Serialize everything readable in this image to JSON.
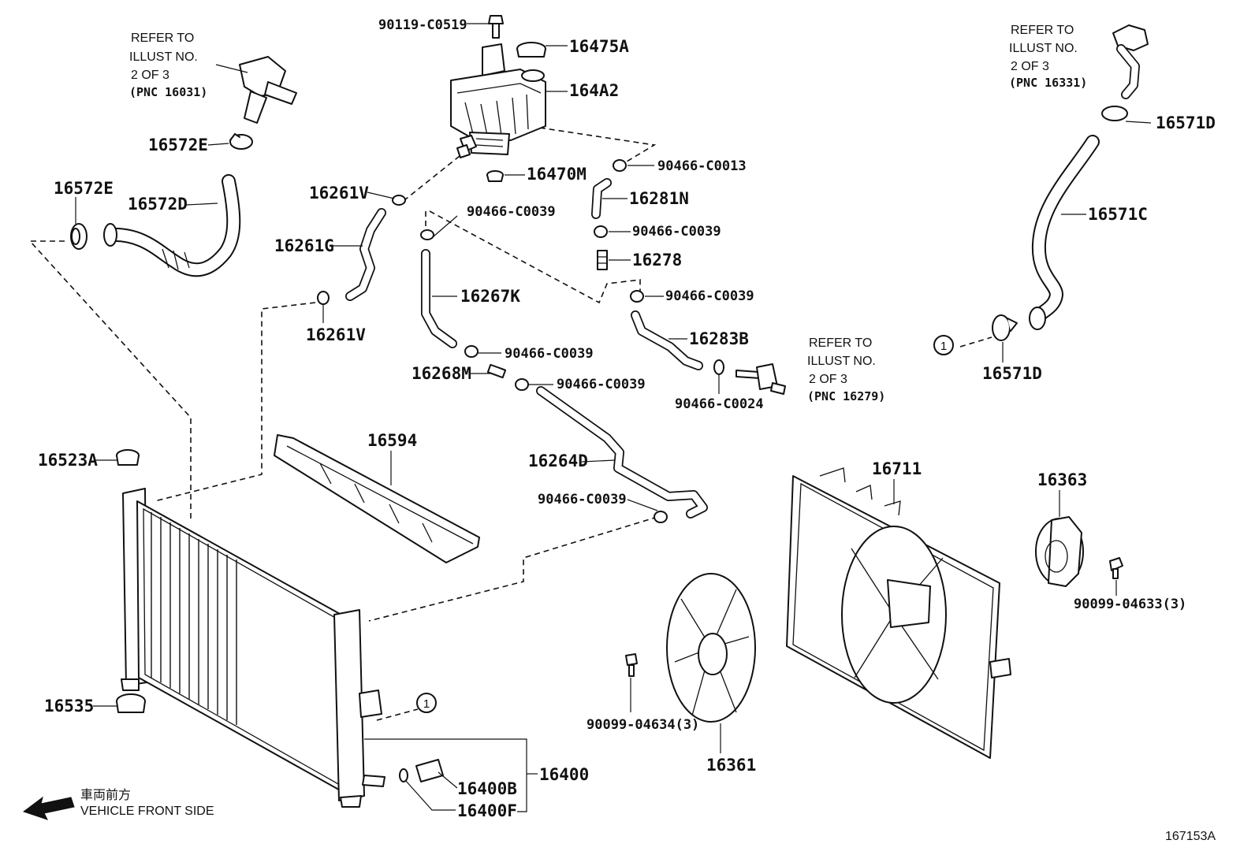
{
  "diagram": {
    "figure_code": "167153A",
    "direction": {
      "japanese": "車両前方",
      "english": "VEHICLE FRONT SIDE"
    },
    "circle_marker": "1",
    "references": [
      {
        "lines": [
          "REFER TO",
          "ILLUST NO.",
          "2 OF 3",
          "(PNC 16031)"
        ]
      },
      {
        "lines": [
          "REFER TO",
          "ILLUST NO.",
          "2 OF 3",
          "(PNC 16331)"
        ]
      },
      {
        "lines": [
          "REFER TO",
          "ILLUST NO.",
          "2 OF 3",
          "(PNC 16279)"
        ]
      }
    ],
    "parts": {
      "p90119_C0519": "90119-C0519",
      "p16475A": "16475A",
      "p164A2": "164A2",
      "p16470M": "16470M",
      "p90466_C0013": "90466-C0013",
      "p16281N": "16281N",
      "p90466_C0039_a": "90466-C0039",
      "p16278": "16278",
      "p90466_C0039_b": "90466-C0039",
      "p16283B": "16283B",
      "p90466_C0024": "90466-C0024",
      "p16261V_top": "16261V",
      "p90466_C0039_c": "90466-C0039",
      "p16261G": "16261G",
      "p16267K": "16267K",
      "p16261V_bot": "16261V",
      "p90466_C0039_d": "90466-C0039",
      "p16268M": "16268M",
      "p90466_C0039_e": "90466-C0039",
      "p16264D": "16264D",
      "p90466_C0039_f": "90466-C0039",
      "p16572E_top": "16572E",
      "p16572E_left": "16572E",
      "p16572D": "16572D",
      "p16571D_top": "16571D",
      "p16571C": "16571C",
      "p16571D_bot": "16571D",
      "p16523A": "16523A",
      "p16594": "16594",
      "p16535": "16535",
      "p16400": "16400",
      "p16400B": "16400B",
      "p16400F": "16400F",
      "p16711": "16711",
      "p16363": "16363",
      "p90099_04633": "90099-04633(3)",
      "p90099_04634": "90099-04634(3)",
      "p16361": "16361"
    }
  }
}
